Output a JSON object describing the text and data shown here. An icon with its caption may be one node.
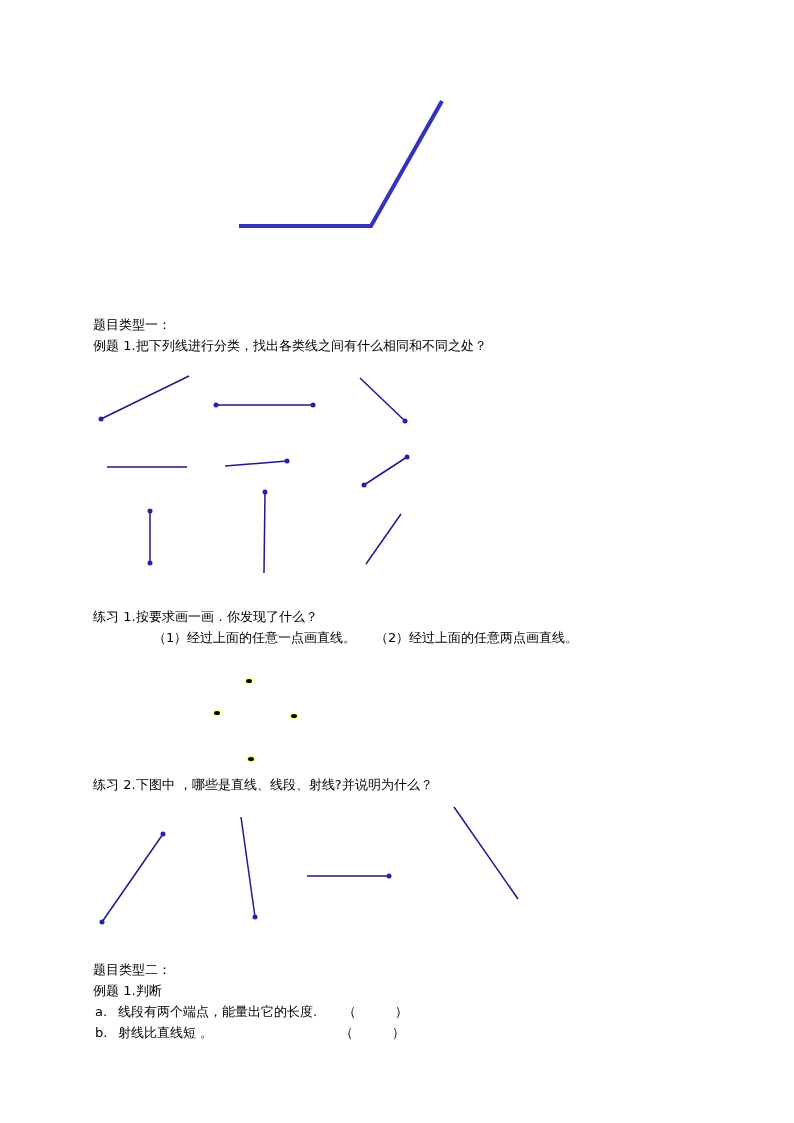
{
  "diagram": {
    "labels": [
      "题目类型一：",
      "例题 1.把下列线进行分类，找出各类线之间有什么相同和不同之处？",
      "练习 1.按要求画一画．你发现了什么？",
      "（1）经过上面的任意一点画直线。",
      "（2）经过上面的任意两点画直线。",
      "练习 2.下图中 ，哪些是直线、线段、射线?并说明为什么？",
      "题目类型二：",
      "例题 1.判断",
      "a.",
      "线段有两个端点，能量出它的长度.",
      "（　　　）",
      "b.",
      "射线比直线短 。",
      "（　　　）"
    ]
  }
}
